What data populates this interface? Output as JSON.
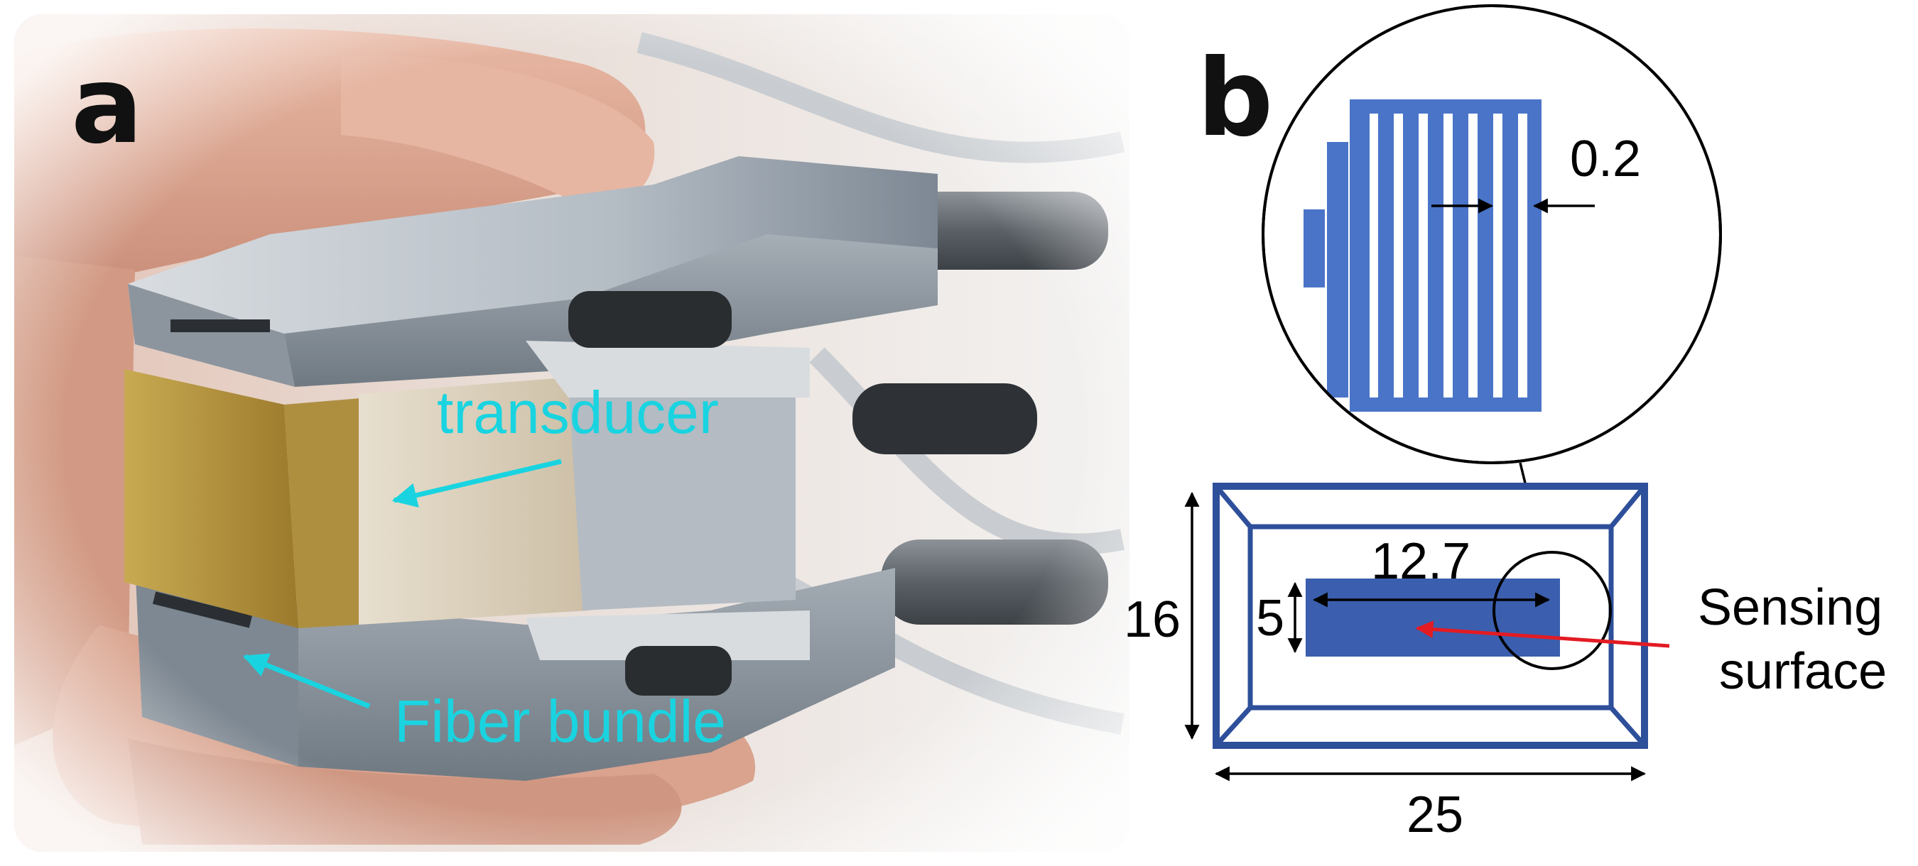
{
  "panel_a": {
    "label": "a",
    "annotations": {
      "transducer": "transducer",
      "fiber_bundle": "Fiber bundle"
    },
    "colors": {
      "annotation": "#19d4e0",
      "brass": "#b99a3e",
      "aluminum": "#9aa3ab"
    }
  },
  "panel_b": {
    "label": "b",
    "dimensions": {
      "gap": "0.2",
      "sensor_length": "12.7",
      "sensor_height": "5",
      "outer_height": "16",
      "outer_width": "25"
    },
    "sensing_label_line1": "Sensing",
    "sensing_label_line2": "surface",
    "colors": {
      "frame": "#2e4f9a",
      "fill": "#3b5fae",
      "stripes": "#4a74c8",
      "pointer": "#e31b23"
    }
  }
}
